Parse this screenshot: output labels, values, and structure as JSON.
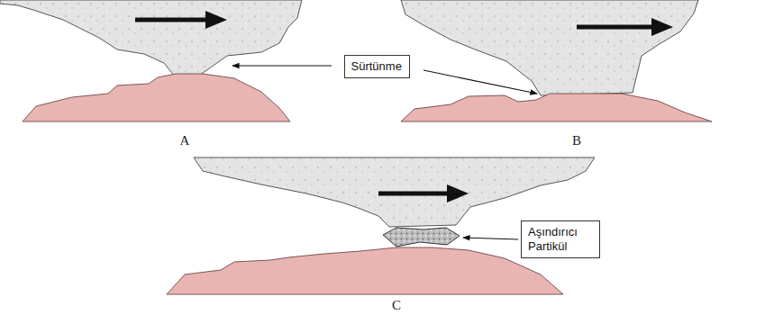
{
  "diagram": {
    "nodes": [
      {
        "text": [
          "Sürtünme"
        ]
      },
      {
        "text": [
          "Aşındırıcı Partikül"
        ]
      }
    ],
    "labels": [
      "A",
      "B",
      "C"
    ]
  }
}
